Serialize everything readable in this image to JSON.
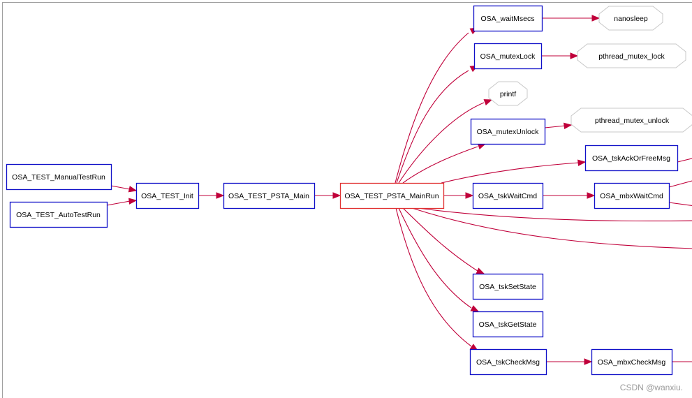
{
  "graph": {
    "nodes": [
      {
        "id": "manual",
        "label": "OSA_TEST_ManualTestRun",
        "shape": "box"
      },
      {
        "id": "auto",
        "label": "OSA_TEST_AutoTestRun",
        "shape": "box"
      },
      {
        "id": "init",
        "label": "OSA_TEST_Init",
        "shape": "box"
      },
      {
        "id": "pstamain",
        "label": "OSA_TEST_PSTA_Main",
        "shape": "box"
      },
      {
        "id": "mainrun",
        "label": "OSA_TEST_PSTA_MainRun",
        "shape": "box",
        "highlight": true
      },
      {
        "id": "waitmsecs",
        "label": "OSA_waitMsecs",
        "shape": "box"
      },
      {
        "id": "nanosleep",
        "label": "nanosleep",
        "shape": "octagon"
      },
      {
        "id": "mutexlock",
        "label": "OSA_mutexLock",
        "shape": "box"
      },
      {
        "id": "pmutexlock",
        "label": "pthread_mutex_lock",
        "shape": "octagon"
      },
      {
        "id": "printf",
        "label": "printf",
        "shape": "octagon"
      },
      {
        "id": "mutexunlock",
        "label": "OSA_mutexUnlock",
        "shape": "box"
      },
      {
        "id": "pmutexunlock",
        "label": "pthread_mutex_unlock",
        "shape": "octagon"
      },
      {
        "id": "ackorfree",
        "label": "OSA_tskAckOrFreeMsg",
        "shape": "box"
      },
      {
        "id": "waitcmd",
        "label": "OSA_tskWaitCmd",
        "shape": "box"
      },
      {
        "id": "mbxwaitcmd",
        "label": "OSA_mbxWaitCmd",
        "shape": "box"
      },
      {
        "id": "setstate",
        "label": "OSA_tskSetState",
        "shape": "box"
      },
      {
        "id": "getstate",
        "label": "OSA_tskGetState",
        "shape": "box"
      },
      {
        "id": "checkmsg",
        "label": "OSA_tskCheckMsg",
        "shape": "box"
      },
      {
        "id": "mbxcheckmsg",
        "label": "OSA_mbxCheckMsg",
        "shape": "box"
      }
    ],
    "edges": [
      {
        "from": "manual",
        "to": "init"
      },
      {
        "from": "auto",
        "to": "init"
      },
      {
        "from": "init",
        "to": "pstamain"
      },
      {
        "from": "pstamain",
        "to": "mainrun"
      },
      {
        "from": "mainrun",
        "to": "waitmsecs"
      },
      {
        "from": "mainrun",
        "to": "mutexlock"
      },
      {
        "from": "mainrun",
        "to": "printf"
      },
      {
        "from": "mainrun",
        "to": "mutexunlock"
      },
      {
        "from": "mainrun",
        "to": "ackorfree"
      },
      {
        "from": "mainrun",
        "to": "waitcmd"
      },
      {
        "from": "mainrun",
        "to": "setstate"
      },
      {
        "from": "mainrun",
        "to": "getstate"
      },
      {
        "from": "mainrun",
        "to": "checkmsg"
      },
      {
        "from": "waitmsecs",
        "to": "nanosleep"
      },
      {
        "from": "mutexlock",
        "to": "pmutexlock"
      },
      {
        "from": "mutexunlock",
        "to": "pmutexunlock"
      },
      {
        "from": "waitcmd",
        "to": "mbxwaitcmd"
      },
      {
        "from": "checkmsg",
        "to": "mbxcheckmsg"
      }
    ],
    "colors": {
      "box_border": "#1010c8",
      "highlight_border": "#e03030",
      "octagon_border": "#c8c8c8",
      "edge": "#c0003a"
    }
  },
  "watermark": "CSDN @wanxiu."
}
